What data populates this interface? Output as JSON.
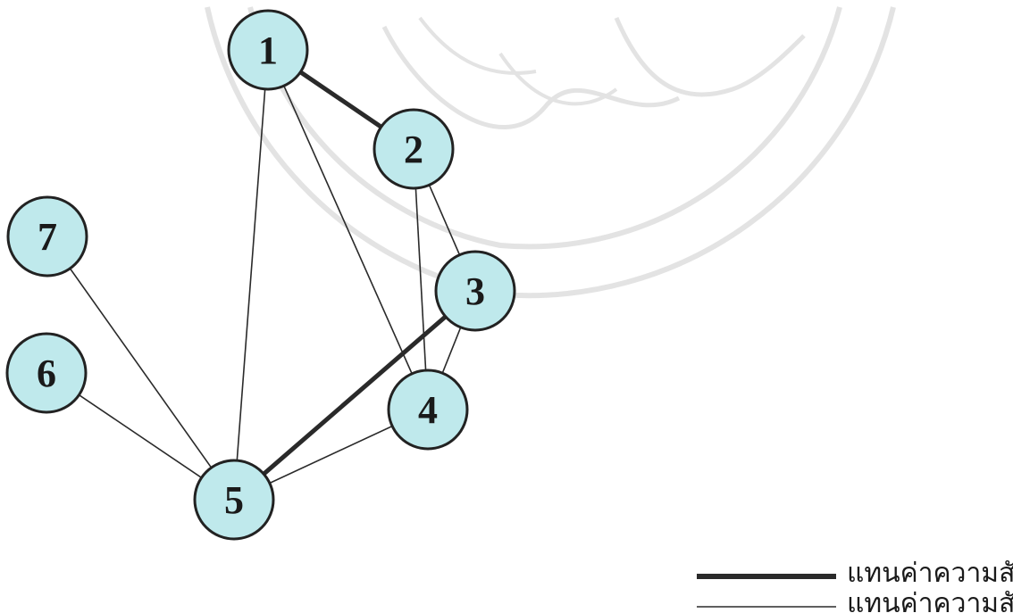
{
  "colors": {
    "node_fill": "#bfe9ec",
    "node_stroke": "#222222",
    "edge": "#2a2a2a",
    "watermark": "#c8c8c8"
  },
  "nodes": [
    {
      "id": "1",
      "label": "1"
    },
    {
      "id": "2",
      "label": "2"
    },
    {
      "id": "3",
      "label": "3"
    },
    {
      "id": "4",
      "label": "4"
    },
    {
      "id": "5",
      "label": "5"
    },
    {
      "id": "6",
      "label": "6"
    },
    {
      "id": "7",
      "label": "7"
    }
  ],
  "edges": [
    {
      "from": "1",
      "to": "2",
      "strength": "strongest"
    },
    {
      "from": "3",
      "to": "5",
      "strength": "strongest"
    },
    {
      "from": "1",
      "to": "5",
      "strength": "strong"
    },
    {
      "from": "1",
      "to": "4",
      "strength": "strong"
    },
    {
      "from": "2",
      "to": "3",
      "strength": "strong"
    },
    {
      "from": "2",
      "to": "4",
      "strength": "strong"
    },
    {
      "from": "3",
      "to": "4",
      "strength": "strong"
    },
    {
      "from": "4",
      "to": "5",
      "strength": "strong"
    },
    {
      "from": "6",
      "to": "5",
      "strength": "strong"
    },
    {
      "from": "7",
      "to": "5",
      "strength": "strong"
    }
  ],
  "legend": {
    "strongest_label": "แทนค่าความสัมพันธ์มากที่สุด",
    "strong_label": "แทนค่าความสัมพันธ์มาก"
  }
}
